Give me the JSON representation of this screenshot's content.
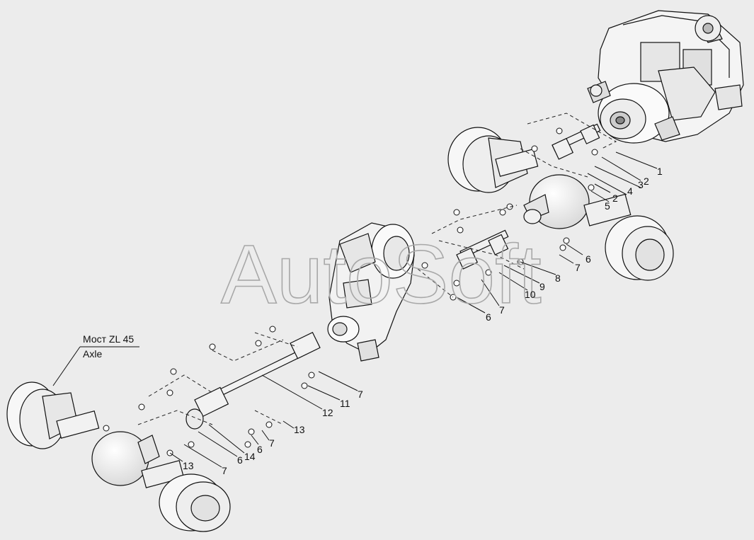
{
  "watermark": "AutoSoft",
  "axle_label": {
    "ru": "Мост ZL 45",
    "en": "Axle"
  },
  "callouts": [
    {
      "id": "c1",
      "text": "1"
    },
    {
      "id": "c2a",
      "text": "2"
    },
    {
      "id": "c2b",
      "text": "2"
    },
    {
      "id": "c3",
      "text": "3"
    },
    {
      "id": "c4",
      "text": "4"
    },
    {
      "id": "c5",
      "text": "5"
    },
    {
      "id": "c6a",
      "text": "6"
    },
    {
      "id": "c7a",
      "text": "7"
    },
    {
      "id": "c8",
      "text": "8"
    },
    {
      "id": "c9",
      "text": "9"
    },
    {
      "id": "c10",
      "text": "10"
    },
    {
      "id": "c7b",
      "text": "7"
    },
    {
      "id": "c6b",
      "text": "6"
    },
    {
      "id": "c7c",
      "text": "7"
    },
    {
      "id": "c11",
      "text": "11"
    },
    {
      "id": "c12",
      "text": "12"
    },
    {
      "id": "c13a",
      "text": "13"
    },
    {
      "id": "c7d",
      "text": "7"
    },
    {
      "id": "c6c",
      "text": "6"
    },
    {
      "id": "c14",
      "text": "14"
    },
    {
      "id": "c6d",
      "text": "6"
    },
    {
      "id": "c13b",
      "text": "13"
    },
    {
      "id": "c7e",
      "text": "7"
    }
  ]
}
